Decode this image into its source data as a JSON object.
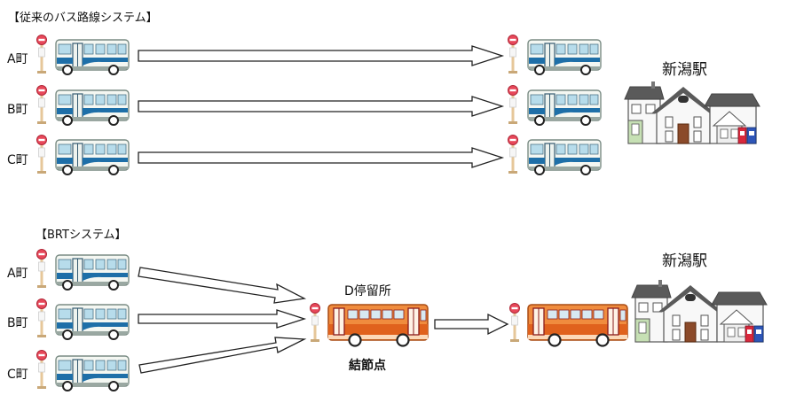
{
  "sections": {
    "conventional": {
      "title": "【従来のバス路線システム】",
      "towns": [
        "A町",
        "B町",
        "C町"
      ],
      "destination": "新潟駅"
    },
    "brt": {
      "title": "【BRTシステム】",
      "towns": [
        "A町",
        "B町",
        "C町"
      ],
      "hub_name": "D停留所",
      "hub_label": "結節点",
      "destination": "新潟駅"
    }
  },
  "colors": {
    "small_bus_stripe": "#1e6fa8",
    "brt_bus_body": "#e8742a",
    "bus_stop_sign": "#e8485a",
    "station_roof": "#5a5a5a"
  }
}
